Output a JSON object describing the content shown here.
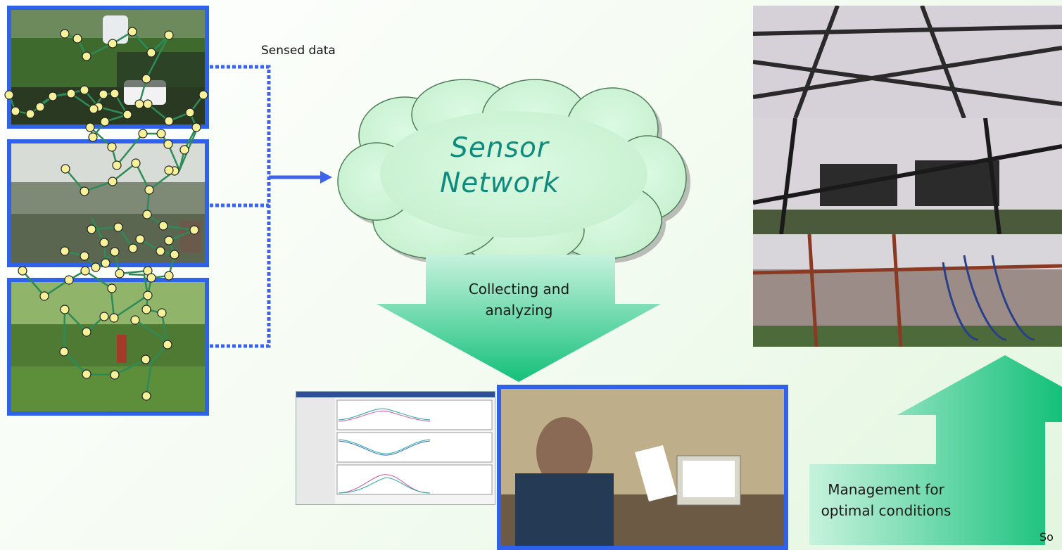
{
  "labels": {
    "sensed_data": "Sensed data",
    "cloud_line1": "Sensor",
    "cloud_line2": "Network",
    "down_arrow_line1": "Collecting and",
    "down_arrow_line2": "analyzing",
    "up_arrow_line1": "Management for",
    "up_arrow_line2": "optimal conditions",
    "source_fragment": "So"
  },
  "colors": {
    "photo_border": "#2f62e8",
    "sensor_node": "#f7f19a",
    "sensor_link": "#2e8b57",
    "cloud_fill": "#d4f7dc",
    "cloud_text": "#0f8a7e",
    "arrow_gradient_start": "#c7f2dd",
    "arrow_gradient_end": "#14c07a"
  }
}
